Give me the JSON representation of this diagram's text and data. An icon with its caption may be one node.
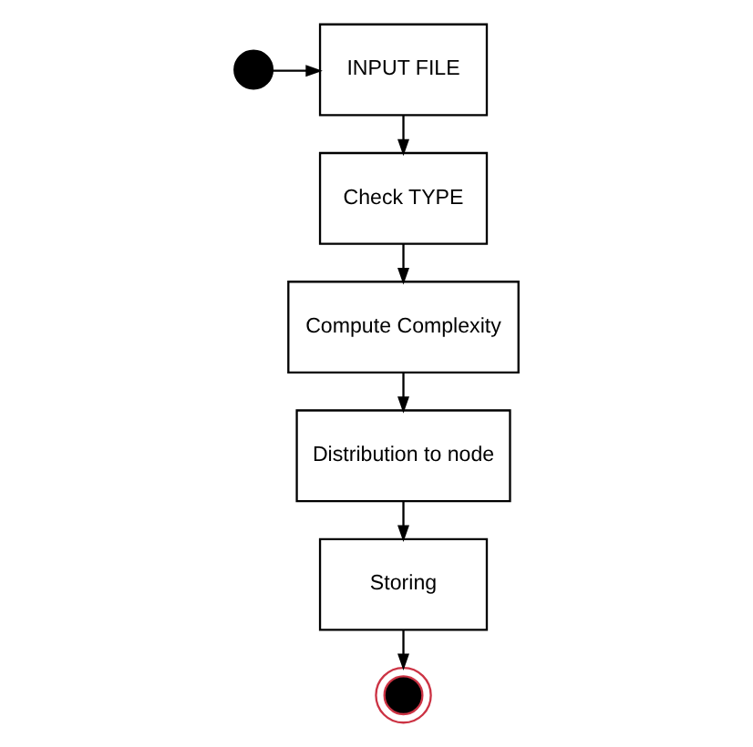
{
  "diagram": {
    "nodes": [
      {
        "text": [],
        "shape": "circle"
      },
      {
        "text": [
          "INPUT FILE"
        ]
      },
      {
        "text": [
          "Check TYPE"
        ]
      },
      {
        "text": [
          "Compute Complexity"
        ]
      },
      {
        "text": [
          "Distribution to node"
        ]
      },
      {
        "text": [
          "Storing"
        ]
      },
      {
        "text": [],
        "shape": "circle"
      }
    ],
    "edges": [
      {
        "from": 0,
        "to": 1,
        "arrow": "to"
      },
      {
        "from": 1,
        "to": 2,
        "arrow": "to"
      },
      {
        "from": 2,
        "to": 3,
        "arrow": "to"
      },
      {
        "from": 3,
        "to": 4,
        "arrow": "to"
      },
      {
        "from": 4,
        "to": 5,
        "arrow": "to"
      },
      {
        "from": 5,
        "to": 6,
        "arrow": "to"
      }
    ]
  }
}
